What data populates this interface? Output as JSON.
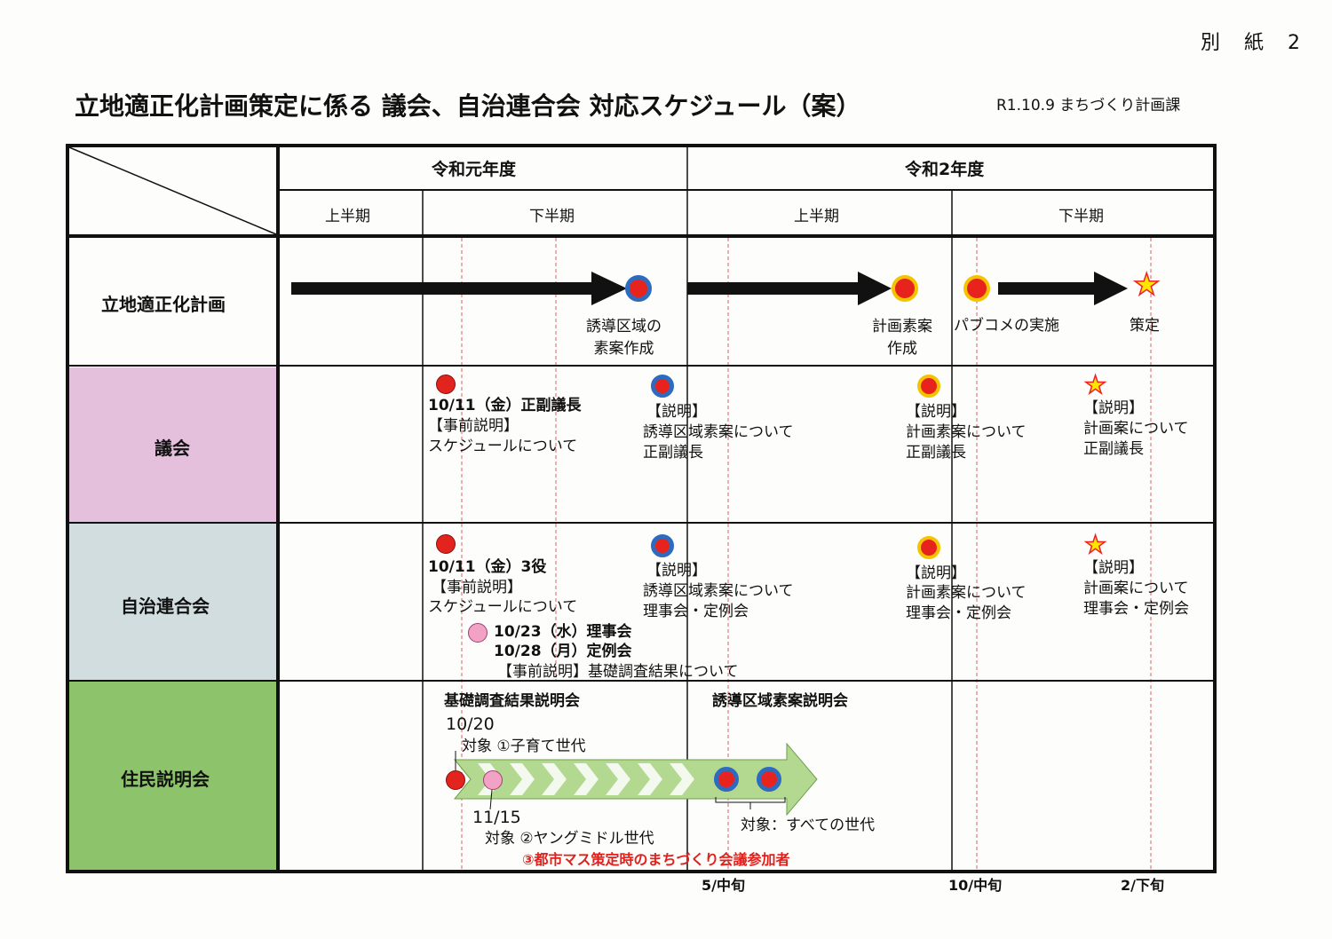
{
  "doc_label": "別 紙 2",
  "title": "立地適正化計画策定に係る 議会、自治連合会 対応スケジュール（案）",
  "dept_date": "R1.10.9 まちづくり計画課",
  "table": {
    "years": [
      "令和元年度",
      "令和2年度"
    ],
    "halves": [
      "上半期",
      "下半期",
      "上半期",
      "下半期"
    ],
    "rows": [
      "立地適正化計画",
      "議会",
      "自治連合会",
      "住民説明会"
    ]
  },
  "plan": {
    "m1": "誘導区域の\n素案作成",
    "m2": "計画素案\n作成",
    "m3": "パブコメの実施",
    "m4": "策定"
  },
  "council": {
    "e1_date": "10/11（金）正副議長",
    "e1_lines": [
      "【事前説明】",
      "スケジュールについて"
    ],
    "e2_lines": [
      "【説明】",
      "誘導区域素案について",
      "正副議長"
    ],
    "e3_lines": [
      "【説明】",
      "計画素案について",
      "正副議長"
    ],
    "e4_lines": [
      "【説明】",
      "計画案について",
      "正副議長"
    ]
  },
  "association": {
    "e1_date": "10/11（金）3役",
    "e1_lines": [
      "【事前説明】",
      "スケジュールについて"
    ],
    "e2_lines": [
      "【説明】",
      "誘導区域素案について",
      "理事会・定例会"
    ],
    "e3_lines": [
      "【説明】",
      "計画素案について",
      "理事会・定例会"
    ],
    "e4_lines": [
      "【説明】",
      "計画案について",
      "理事会・定例会"
    ],
    "e5_line1": "10/23（水）理事会",
    "e5_line2": "10/28（月）定例会",
    "e5_line3": "【事前説明】基礎調査結果について"
  },
  "residents": {
    "s1_title": "基礎調査結果説明会",
    "s2_title": "誘導区域素案説明会",
    "d1": "10/20",
    "t1": "対象 ①子育て世代",
    "d2": "11/15",
    "t2": "対象 ②ヤングミドル世代",
    "t3": "③都市マス策定時のまちづくり会議参加者",
    "t4": "対象：すべての世代"
  },
  "ticks": [
    "5/中旬",
    "10/中旬",
    "2/下旬"
  ],
  "colors": {
    "council_bg": "#e4c0dc",
    "association_bg": "#d2dde0",
    "residents_bg": "#8dc36a",
    "arrow_green": "#b3d88f",
    "guide_red": "#e06060"
  }
}
